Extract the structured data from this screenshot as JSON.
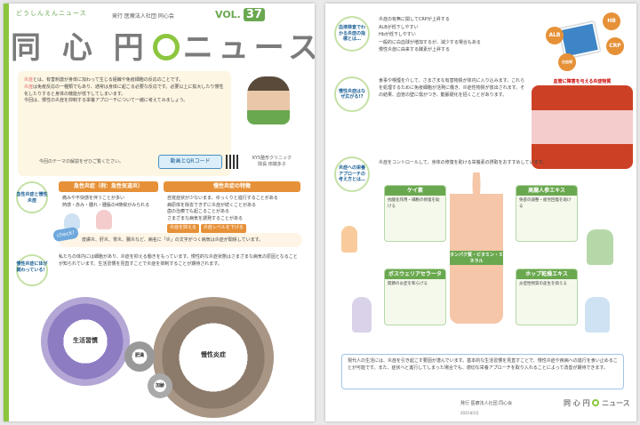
{
  "left_page": {
    "kana": "どうしんえんニュース",
    "publisher": "発行 医療法人社団 同心会",
    "vol_label": "VOL.",
    "vol_number": "37",
    "masthead_a": "同 心 円",
    "masthead_b": "ニュース",
    "intro": {
      "line1_hl": "炎症",
      "line1": "とは、有害刺激が身体に加わって生じる組織や免疫細胞の反応のことです。",
      "line2_hl": "炎症",
      "line2": "は免疫反応の一種類でもあり、通常は身体に起こる必要な反応です。必要以上に拡大したり慢性化したりすると身体の機能が低下してしまいます。",
      "line3": "今回は、慢性の炎症を抑制する栄養アプローチについて一緒に考えてみましょう。"
    },
    "hint": "今回のテーマの解説をぜひご覧ください。",
    "qr_label": "動画とQRコード",
    "clinic": "KYS整形クリニック",
    "doctor": "院長 田端多子",
    "section1_label": "急性炎症と慢性炎症",
    "acute_header": "急性炎症（例：急性気道炎）",
    "acute_items": [
      "痛みや不快感を伴うことが多い",
      "熱感・赤み・腫れ・腫脹の4徴候がみられる"
    ],
    "chronic_header": "慢性炎症の特徴",
    "chronic_items": [
      "自覚症状が少ないまま、ゆっくりと進行することがある",
      "病原体を除去できずに炎症が続くことがある",
      "歯の治療でも起こることがある",
      "さまざまな病気を誘発することがある"
    ],
    "tags": [
      "炎症を抑える",
      "炎症レベルを下げる"
    ],
    "check_badge": "check!",
    "check_text": "皮膚炎、肝炎、胃炎、腸炎など、病名に「炎」の文字がつく病気は炎症が関係しています。",
    "section2_label": "慢性炎症に体が関わっている！",
    "body_text": "私たちの体内には細胞があり、炎症を抑える働きをもっています。慢性的な炎症状態はさまざまな病気の原因となることが知られています。生活習慣を見直すことで炎症を抑制することが期待されます。",
    "gear_left_label": "生活習慣",
    "gear_right_label": "慢性炎症",
    "gear_small1": "肥満",
    "gear_small2": "加齢"
  },
  "right_page": {
    "sec1_label": "血液検査でわかる炎症の指標とは…",
    "sec1_items": [
      "炎症の有無に関してCRPが上昇する",
      "ALBが低下しやすい",
      "Hbが低下しやすい",
      "一般的に白血球が増加するが、減少する場合もある",
      "慢性炎症に由来する酵素が上昇する"
    ],
    "badges": [
      "HB",
      "ALB",
      "CRP",
      "白血球"
    ],
    "sec2_label": "慢性炎症はなぜ広がる!?",
    "sec2_text": "食事や喫煙を介して、さまざまな有害物質が体内に入り込みます。これらを処理するために免疫細胞が活発に働き、炎症性物質が放出されます。その結果、血管の壁に傷がつき、動脈硬化を招くことがあります。",
    "vessel_title": "血管に障害を与える炎症物質",
    "sec3_label": "炎症への栄養アプローチの考え方とは…",
    "sec3_intro": "炎症をコントロールして、身体の修復を助ける栄養素の摂取をおすすめしています。",
    "center_label": "タンパク質・ビタミン・ミネラル",
    "nutrients": [
      {
        "name": "ケイ素",
        "body": "抗酸化作用・細胞の修復を助ける"
      },
      {
        "name": "高麗人参エキス",
        "body": "免疫の調整・疲労回復を助ける"
      },
      {
        "name": "ボスウェリアセラータ",
        "body": "関節の炎症を和らげる"
      },
      {
        "name": "ホップ乾燥エキス",
        "body": "炎症性物質の産生を抑える"
      }
    ],
    "closing": "現代人の生活には、炎症を引き起こす要因が潜んでいます。基本的な生活習慣を見直すことで、慢性炎症や疾病への進行を食い止めることが可能です。また、症状へと進行してしまった場合でも、適切な栄養アプローチを取り入れることによって改善が期待できます。",
    "footer_pub": "発行 医療法人社団 同心会",
    "footer_mast_a": "同 心 円",
    "footer_mast_b": "ニュース",
    "date": "2021年5月"
  },
  "colors": {
    "accent_green": "#8cc63f",
    "brand_blue": "#1a5f96",
    "orange": "#e69138"
  }
}
